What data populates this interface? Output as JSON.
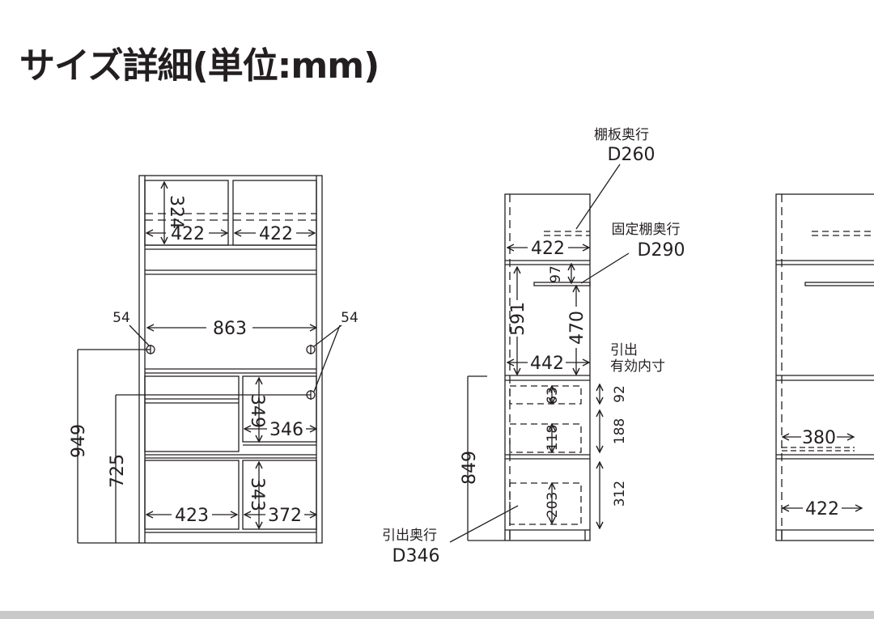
{
  "title": "サイズ詳細(単位:mm)",
  "front_view": {
    "upper_height": "324",
    "upper_left_width": "422",
    "upper_right_width": "422",
    "inner_width": "863",
    "outlet_left": "54",
    "outlet_right": "54",
    "height_949": "949",
    "height_725": "725",
    "drawer_height": "349",
    "drawer_width": "346",
    "lower_height": "343",
    "lower_left_width": "423",
    "lower_right_width": "372"
  },
  "side_view": {
    "shelf_depth_label": "棚板奥行",
    "shelf_depth_value": "D260",
    "fixed_shelf_depth_label": "固定棚奥行",
    "fixed_shelf_depth_value": "D290",
    "upper_depth": "422",
    "gap_97": "97",
    "height_591": "591",
    "height_470": "470",
    "middle_depth": "442",
    "drawer_effective_line1": "引出",
    "drawer_effective_line2": "有効内寸",
    "drawer1_inner": "63",
    "drawer1_outer": "92",
    "drawer2_inner": "118",
    "drawer2_outer": "188",
    "drawer3_inner": "203",
    "drawer3_outer": "312",
    "total_height": "849",
    "drawer_depth_label": "引出奥行",
    "drawer_depth_value": "D346"
  },
  "right_view": {
    "slide_depth": "380",
    "bottom_depth": "422"
  },
  "colors": {
    "line": "#231f20",
    "page": "#ffffff",
    "rule": "#c9c9c9"
  }
}
